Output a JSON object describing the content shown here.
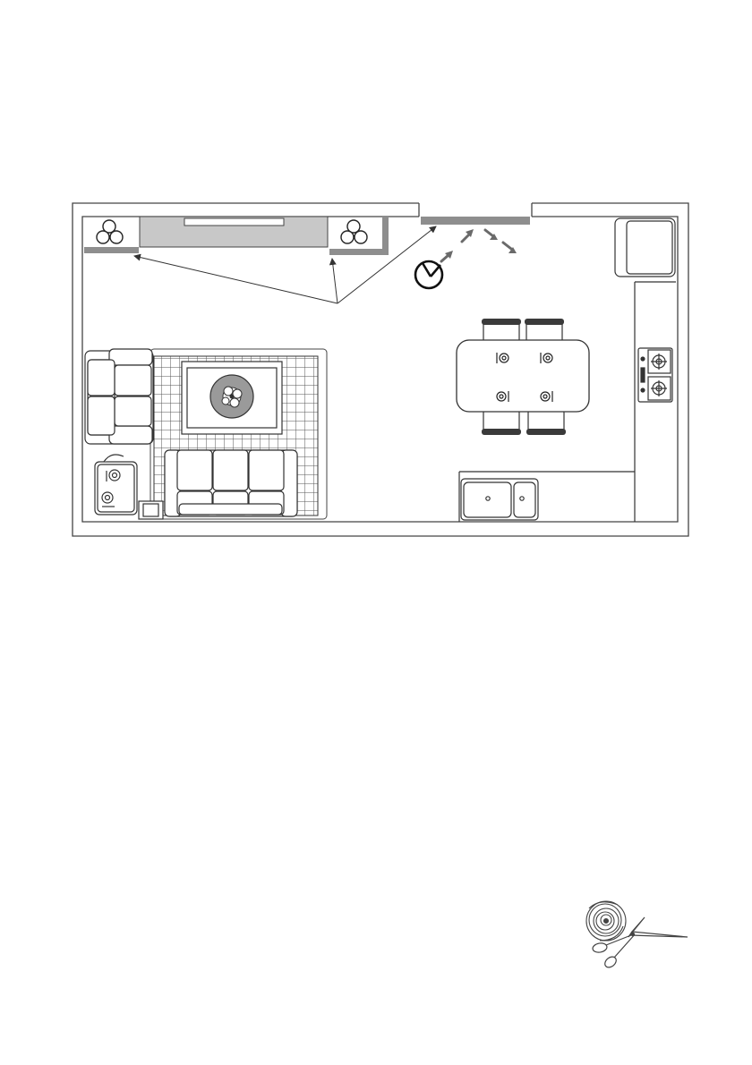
{
  "floor_plan": {
    "rooms": [
      "living-room",
      "kitchen-dining"
    ],
    "features": [
      "outer-wall",
      "tv-cabinet",
      "left-plant",
      "right-plant",
      "window-left",
      "window-right",
      "window-top",
      "pointer-arrows",
      "robot-vacuum",
      "airflow-arrows",
      "corner-sofa",
      "checker-rug",
      "coffee-table",
      "flower-bowl",
      "side-table",
      "dining-table",
      "dining-chairs",
      "place-settings",
      "fridge",
      "counter",
      "gas-hob",
      "sink"
    ],
    "colors": {
      "wall": "#555555",
      "window_gray": "#8e8e8e",
      "tv_cabinet": "#c8c8c8",
      "line": "#333333",
      "chair_back": "#3a3a3a",
      "flower_bowl": "#9a9a9a"
    }
  },
  "decoration": {
    "icons": [
      "wire-spool-icon",
      "scissors-icon"
    ]
  }
}
